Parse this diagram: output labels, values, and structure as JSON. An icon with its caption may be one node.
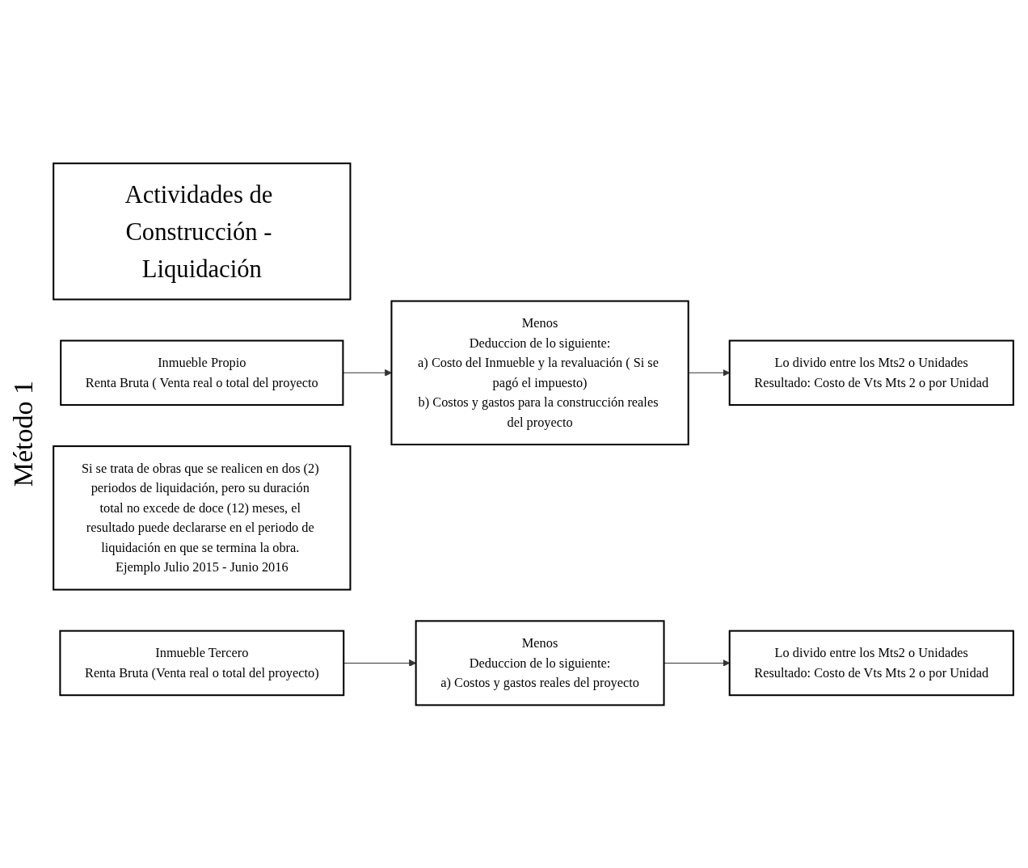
{
  "diagram": {
    "nodes": [
      {
        "text": [
          "Actividades de Construcción - Liquidación"
        ]
      },
      {
        "text": [
          "Inmueble Propio",
          "Renta Bruta ( Venta real o total del proyecto"
        ]
      },
      {
        "text": [
          "Menos",
          "Deduccion de lo siguiente:",
          "a) Costo del Inmueble y la revaluación ( Si se pagó el impuesto)",
          "b) Costos y gastos para la construcción reales del proyecto"
        ]
      },
      {
        "text": [
          "Lo divido entre los Mts2 o Unidades",
          "Resultado: Costo de Vts Mts 2 o por Unidad"
        ]
      },
      {
        "text": [
          "Si se trata de obras que se realicen en dos (2) periodos de liquidación, pero su duración total no excede de doce (12) meses, el resultado puede declararse en el periodo de liquidación en que se termina la obra. Ejemplo Julio 2015 - Junio 2016"
        ]
      },
      {
        "text": [
          "Inmueble Tercero",
          "Renta Bruta (Venta real o total del proyecto)"
        ]
      },
      {
        "text": [
          "Menos",
          "Deduccion de lo siguiente:",
          "a) Costos y gastos reales del proyecto"
        ]
      },
      {
        "text": [
          "Lo divido entre los Mts2 o Unidades",
          "Resultado: Costo de Vts Mts 2 o por Unidad"
        ]
      }
    ],
    "edges": [
      {
        "from": 1,
        "to": 2,
        "arrow": "to"
      },
      {
        "from": 2,
        "to": 3,
        "arrow": "to"
      },
      {
        "from": 5,
        "to": 6,
        "arrow": "to"
      },
      {
        "from": 6,
        "to": 7,
        "arrow": "to"
      }
    ],
    "labels": [
      "Método 1"
    ]
  }
}
